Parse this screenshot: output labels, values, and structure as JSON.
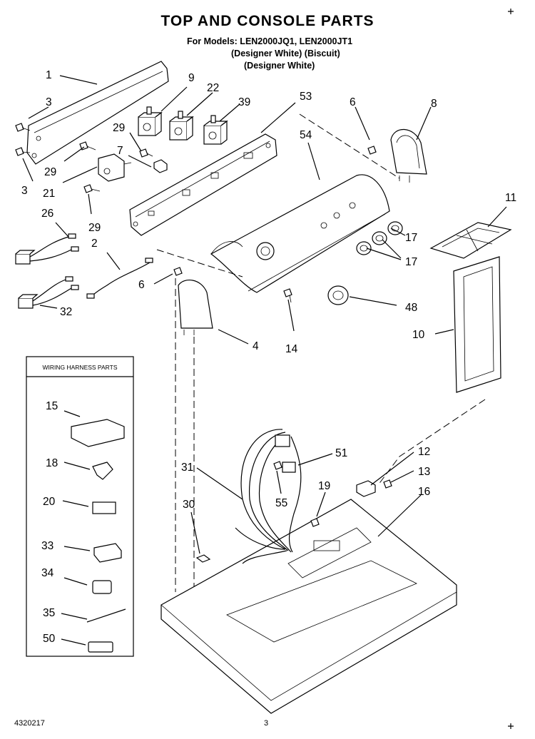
{
  "page": {
    "title": "TOP AND CONSOLE PARTS",
    "models_line1": "For Models: LEN2000JQ1, LEN2000JT1",
    "models_line2": "(Designer White)   (Biscuit)",
    "models_line3": "(Designer White)",
    "doc_number": "4320217",
    "page_number": "3",
    "inset_title": "WIRING HARNESS PARTS"
  },
  "callouts": {
    "c1": "1",
    "c3a": "3",
    "c3b": "3",
    "c9": "9",
    "c22": "22",
    "c39": "39",
    "c53": "53",
    "c6a": "6",
    "c8": "8",
    "c29a": "29",
    "c7": "7",
    "c29b": "29",
    "c21": "21",
    "c29c": "29",
    "c54": "54",
    "c26": "26",
    "c2": "2",
    "c11": "11",
    "c17a": "17",
    "c17b": "17",
    "c6b": "6",
    "c32": "32",
    "c48": "48",
    "c14": "14",
    "c4": "4",
    "c10": "10",
    "c15": "15",
    "c18": "18",
    "c20": "20",
    "c33": "33",
    "c34": "34",
    "c35": "35",
    "c50": "50",
    "c31": "31",
    "c51": "51",
    "c12": "12",
    "c13": "13",
    "c19": "19",
    "c55": "55",
    "c30": "30",
    "c16": "16"
  }
}
